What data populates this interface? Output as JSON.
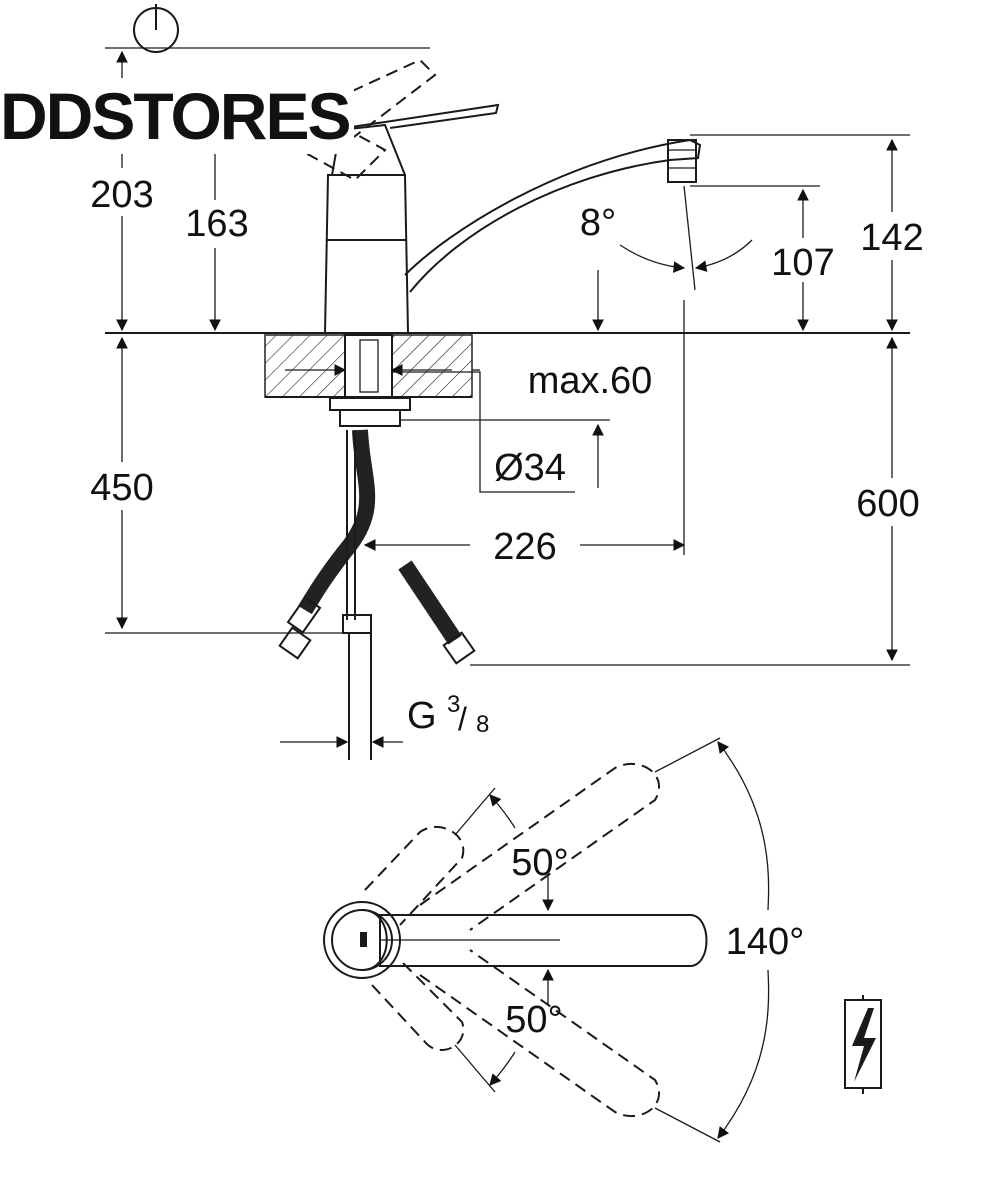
{
  "brand": "DDSTORES",
  "dims": {
    "h203": "203",
    "h163": "163",
    "angle8": "8°",
    "h107": "107",
    "h142": "142",
    "max60": "max.60",
    "h450": "450",
    "h600": "600",
    "d34": "Ø34",
    "reach226": "226",
    "thread": "G",
    "thread_num": "3",
    "thread_den": "8",
    "angle50_top": "50°",
    "angle50_bottom": "50°",
    "angle140": "140°"
  },
  "icons": {
    "power": "power-icon",
    "electric": "electric-lightning-icon"
  }
}
